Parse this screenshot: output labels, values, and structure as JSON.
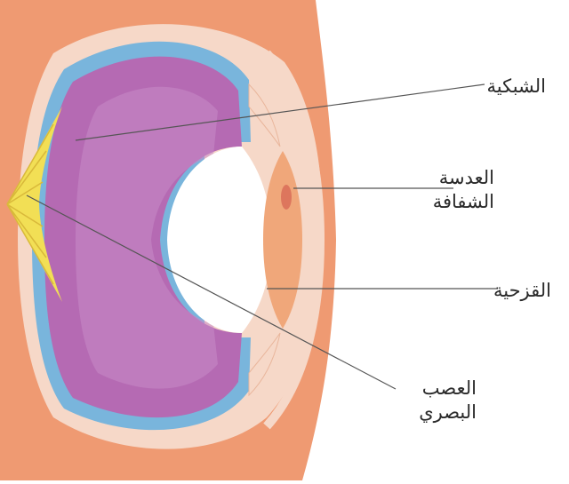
{
  "diagram": {
    "labels": {
      "retina": "الشبكية",
      "lens_line1": "العدسة",
      "lens_line2": "الشفافة",
      "iris": "القزحية",
      "optic_nerve_line1": "العصب",
      "optic_nerve_line2": "البصري"
    },
    "colors": {
      "outer_tissue": "#ef9a72",
      "sclera": "#f6d8c8",
      "choroid_blue": "#79b5dc",
      "vitreous_purple": "#b56ab3",
      "vitreous_inner": "#c78ac6",
      "nerve_yellow": "#f2df55",
      "pupil_white": "#ffffff",
      "lens": "#f0a77a",
      "leader_line": "#555555"
    }
  }
}
